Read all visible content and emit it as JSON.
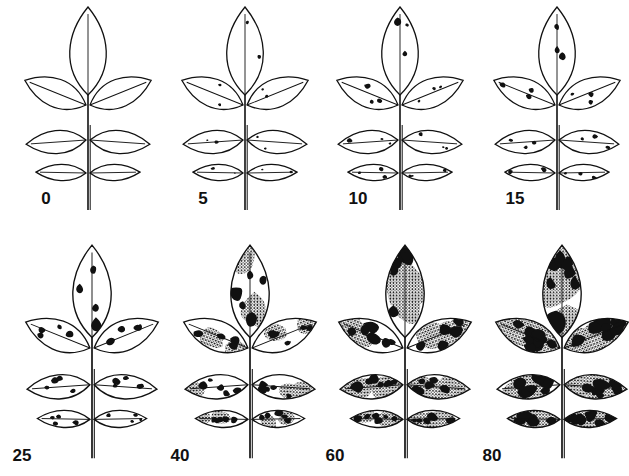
{
  "diagram": {
    "labels": [
      "0",
      "5",
      "10",
      "15",
      "25",
      "40",
      "60",
      "80"
    ]
  }
}
